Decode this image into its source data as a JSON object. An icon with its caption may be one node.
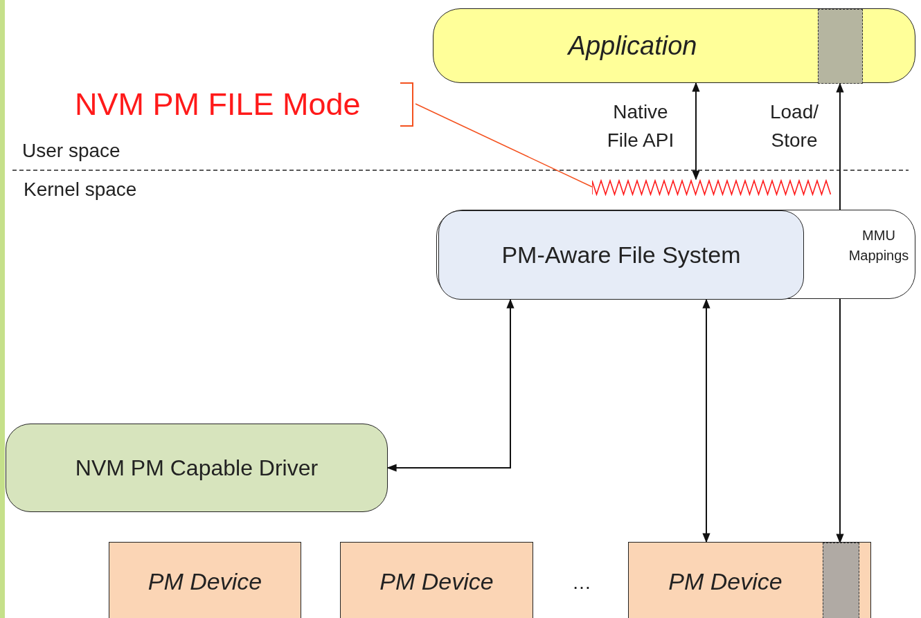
{
  "diagram": {
    "nodes": [
      {
        "text": [
          "Application"
        ]
      },
      {
        "text": [],
        "shape": "box",
        "in": 0
      },
      {
        "text": [
          "MMU Mappings"
        ]
      },
      {
        "text": [
          "PM-Aware File System"
        ],
        "in": 2
      },
      {
        "text": [
          "NVM PM Capable Driver"
        ]
      },
      {
        "text": [
          "PM Device"
        ]
      },
      {
        "text": [
          "PM Device"
        ]
      },
      {
        "text": [
          "PM Device"
        ]
      },
      {
        "text": [],
        "shape": "box",
        "in": 7
      },
      {
        "text": [
          "NVM PM FILE Mode"
        ]
      },
      {
        "text": [],
        "shape": "wave"
      }
    ],
    "edges": [
      {
        "from": 0,
        "to": 10,
        "arrow": "both",
        "label": "Native File API"
      },
      {
        "from": 1,
        "to": 8,
        "arrow": "both",
        "label": "Load/ Store"
      },
      {
        "from": 3,
        "to": 4,
        "arrow": "both"
      },
      {
        "from": 3,
        "to": 7,
        "arrow": "both"
      },
      {
        "from": 9,
        "to": 10,
        "arrow": "none",
        "color": "#f4511e"
      }
    ],
    "labels": [
      "User space",
      "Kernel space",
      "…"
    ]
  }
}
